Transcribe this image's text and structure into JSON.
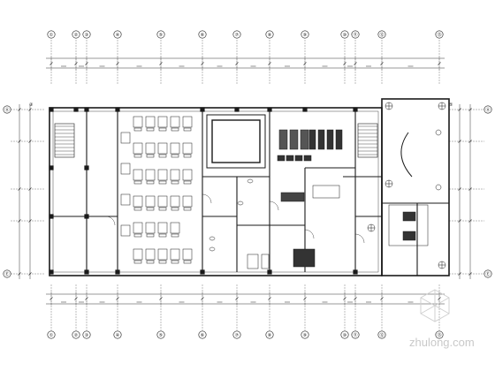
{
  "drawing": {
    "type": "architectural-floor-plan",
    "stroke_color": "#1a1a1a",
    "fill_color": "#ffffff"
  },
  "axes": {
    "vertical": [
      "①",
      "②",
      "③",
      "④",
      "⑤",
      "⑥",
      "⑦",
      "⑧",
      "⑨",
      "⑩",
      "⑪",
      "⑫",
      "⑬"
    ],
    "horizontal": [
      "Ⓐ",
      "Ⓑ",
      "Ⓒ",
      "Ⓓ",
      "Ⓔ"
    ],
    "corner_tag": "③",
    "right_tag": "⑤"
  },
  "watermark": {
    "text": "zhulong.com",
    "icon": "zhulong-logo-icon",
    "color": "#c9c9c9"
  }
}
